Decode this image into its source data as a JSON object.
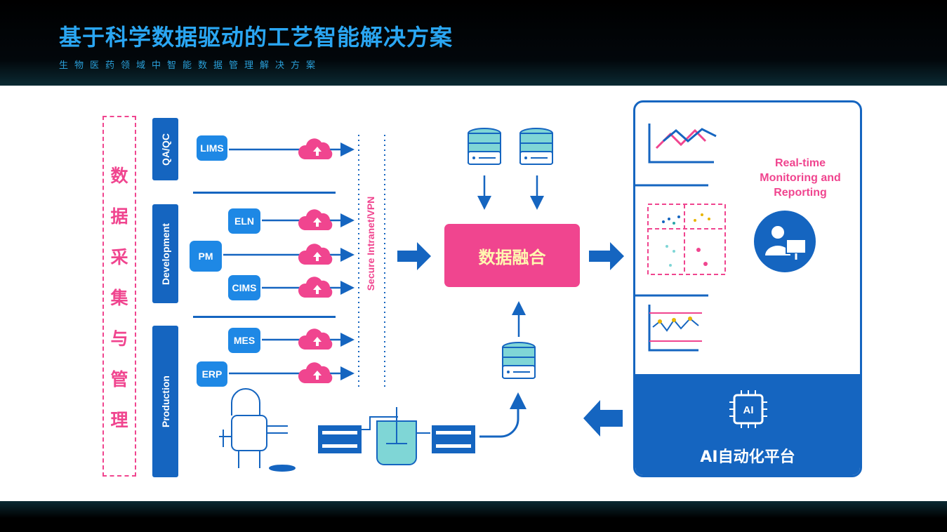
{
  "header": {
    "title": "基于科学数据驱动的工艺智能解决方案",
    "subtitle": "生物医药领域中智能数据管理解决方案"
  },
  "left_label": {
    "chars": [
      "数",
      "据",
      "采",
      "集",
      "与",
      "管",
      "理"
    ]
  },
  "phases": [
    {
      "label": "QA/QC"
    },
    {
      "label": "Development"
    },
    {
      "label": "Production"
    }
  ],
  "systems": [
    {
      "label": "LIMS"
    },
    {
      "label": "ELN"
    },
    {
      "label": "PM"
    },
    {
      "label": "CIMS"
    },
    {
      "label": "MES"
    },
    {
      "label": "ERP"
    }
  ],
  "network": {
    "label": "Secure Intranet/VPN"
  },
  "fusion": {
    "label": "数据融合"
  },
  "monitoring": {
    "lines": [
      "Real-time",
      "Monitoring and",
      "Reporting"
    ]
  },
  "ai_platform": {
    "chip_label": "AI",
    "label": "AI自动化平台"
  },
  "colors": {
    "accent_blue": "#1565c0",
    "accent_pink": "#f0458f",
    "teal": "#7fd6d6"
  },
  "icons": [
    "cloud-upload-icon",
    "database-icon",
    "arrow-right-icon",
    "line-chart-icon",
    "scatter-chart-icon",
    "control-chart-icon",
    "user-monitor-icon",
    "ai-chip-icon",
    "bioreactor-icon",
    "vessel-icon",
    "filter-icon"
  ]
}
